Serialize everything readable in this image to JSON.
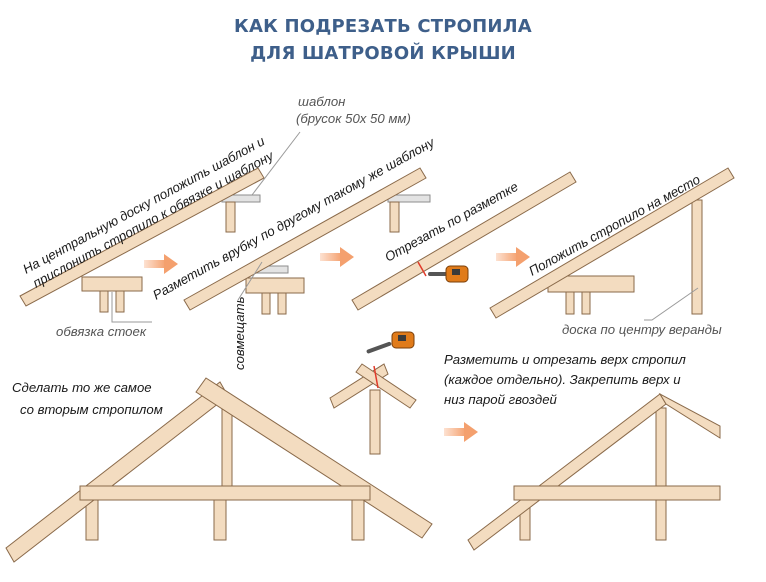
{
  "title": {
    "line1": "КАК ПОДРЕЗАТЬ СТРОПИЛА",
    "line2": "ДЛЯ ШАТРОВОЙ КРЫШИ"
  },
  "labels": {
    "template": "шаблон",
    "template_size": "(брусок 50х 50 мм)",
    "step1_line1": "На центральную доску положить шаблон и",
    "step1_line2": "прислонить стропило к обвязке и шаблону",
    "step2": "Разметить врубку по другому такому же шаблону",
    "step3": "Отрезать по разметке",
    "step4": "Положить стропило на место",
    "plate_beam": "обвязка стоек",
    "align": "совмещать",
    "center_board": "доска по центру веранды",
    "step5_line1": "Сделать то же самое",
    "step5_line2": "со вторым стропилом",
    "step6_line1": "Разметить и отрезать верх стропил",
    "step6_line2": "(каждое отдельно). Закрепить верх и",
    "step6_line3": "низ парой гвоздей"
  },
  "colors": {
    "title": "#3e5f8a",
    "wood_fill": "#f3dcc0",
    "wood_stroke": "#8a6a4a",
    "arrow": "#f4a06e",
    "saw_body": "#e07b1a",
    "cut_mark": "#e03a2a"
  },
  "icons": [
    "arrow-right-icon",
    "chainsaw-icon"
  ]
}
